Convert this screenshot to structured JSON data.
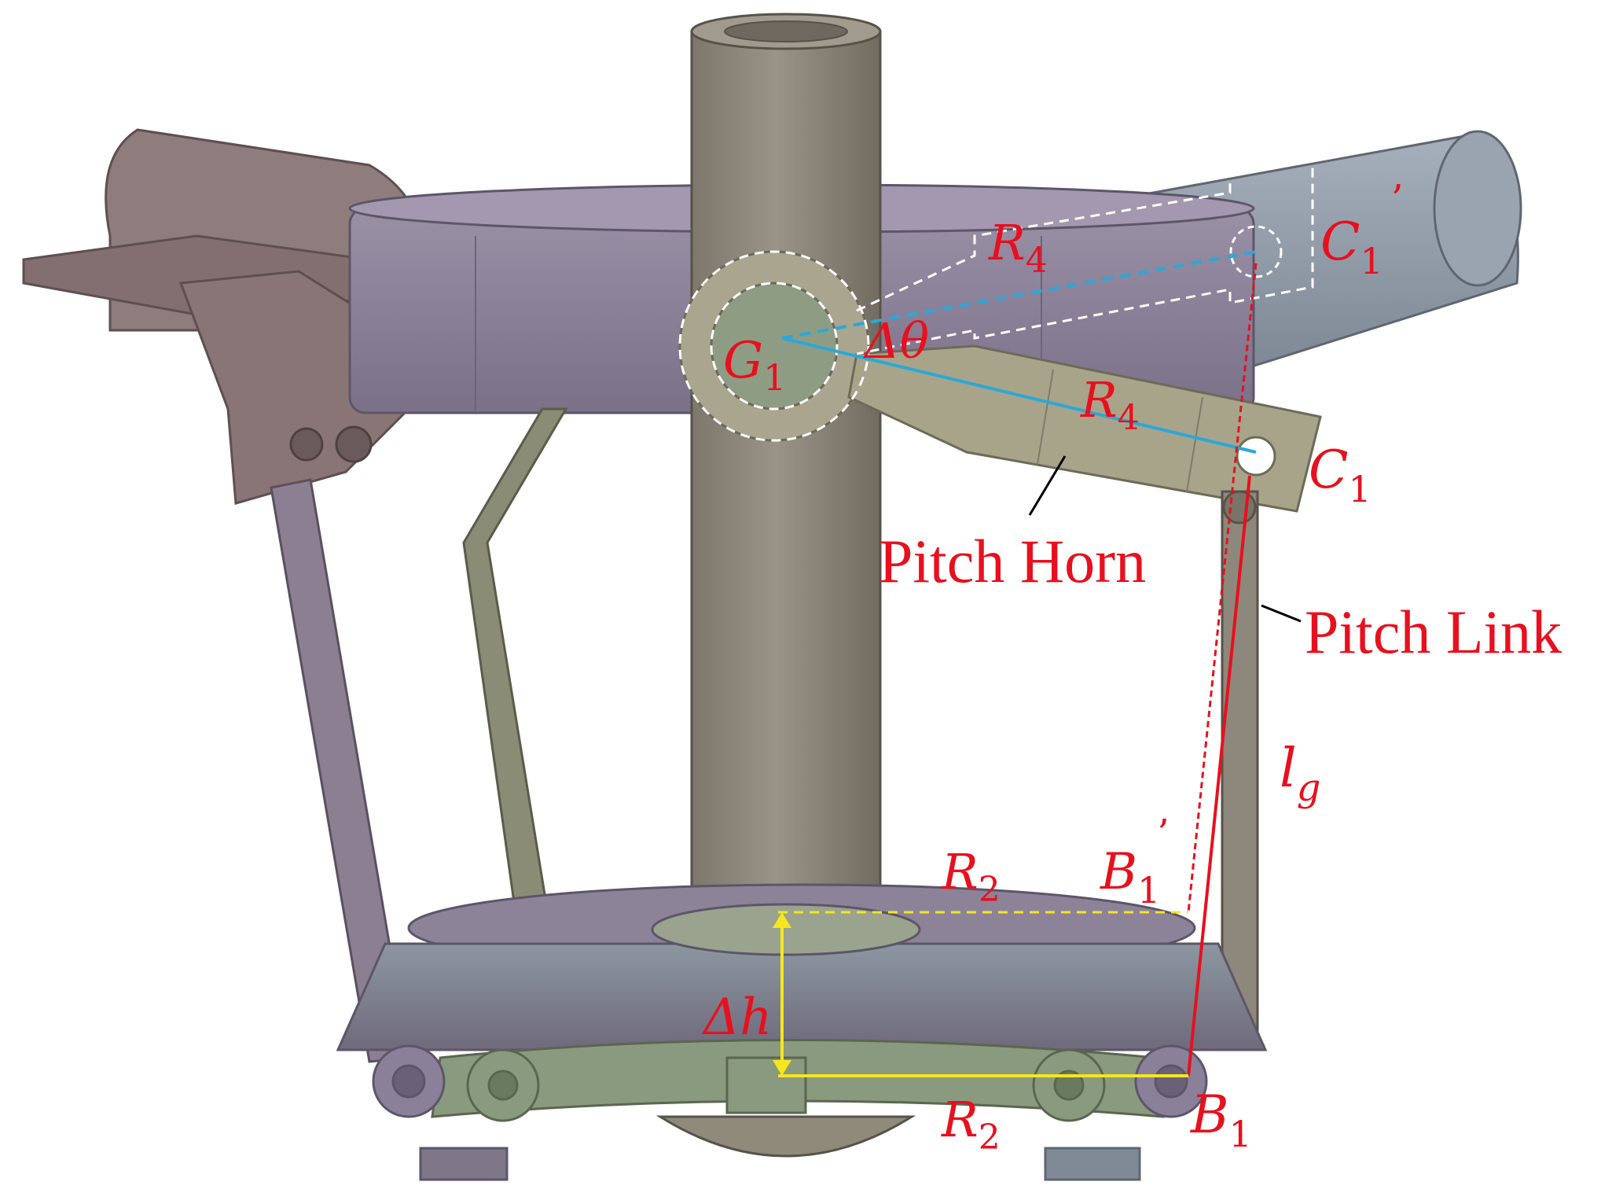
{
  "colors": {
    "annotation_red": "#e8101e",
    "horn_line_blue": "#2aa8d8",
    "height_yellow": "#f5e61e",
    "dashed_white": "#ffffff",
    "mast": "#8e877b",
    "hub_disc": "#8a7f96",
    "left_grip": "#8d7a7a",
    "right_grip": "#8f9aa6",
    "lower_swashplate": "#7f8a72",
    "pitch_horn": "#a8a48a"
  },
  "labels": {
    "G": "G",
    "G_sub": "1",
    "delta_theta": "Δθ",
    "R4_top": "R",
    "R4_top_sub": "4",
    "R4_mid": "R",
    "R4_mid_sub": "4",
    "C1_prime": "C",
    "C1_prime_sub": "1",
    "C1_prime_mark": "’",
    "C1": "C",
    "C1_sub": "1",
    "pitch_horn": "Pitch Horn",
    "pitch_link": "Pitch Link",
    "lg": "l",
    "lg_sub": "g",
    "B1_prime": "B",
    "B1_prime_sub": "1",
    "B1_prime_mark": "’",
    "R2_top": "R",
    "R2_top_sub": "2",
    "delta_h": "Δh",
    "R2_bottom": "R",
    "R2_bottom_sub": "2",
    "B1": "B",
    "B1_sub": "1"
  }
}
